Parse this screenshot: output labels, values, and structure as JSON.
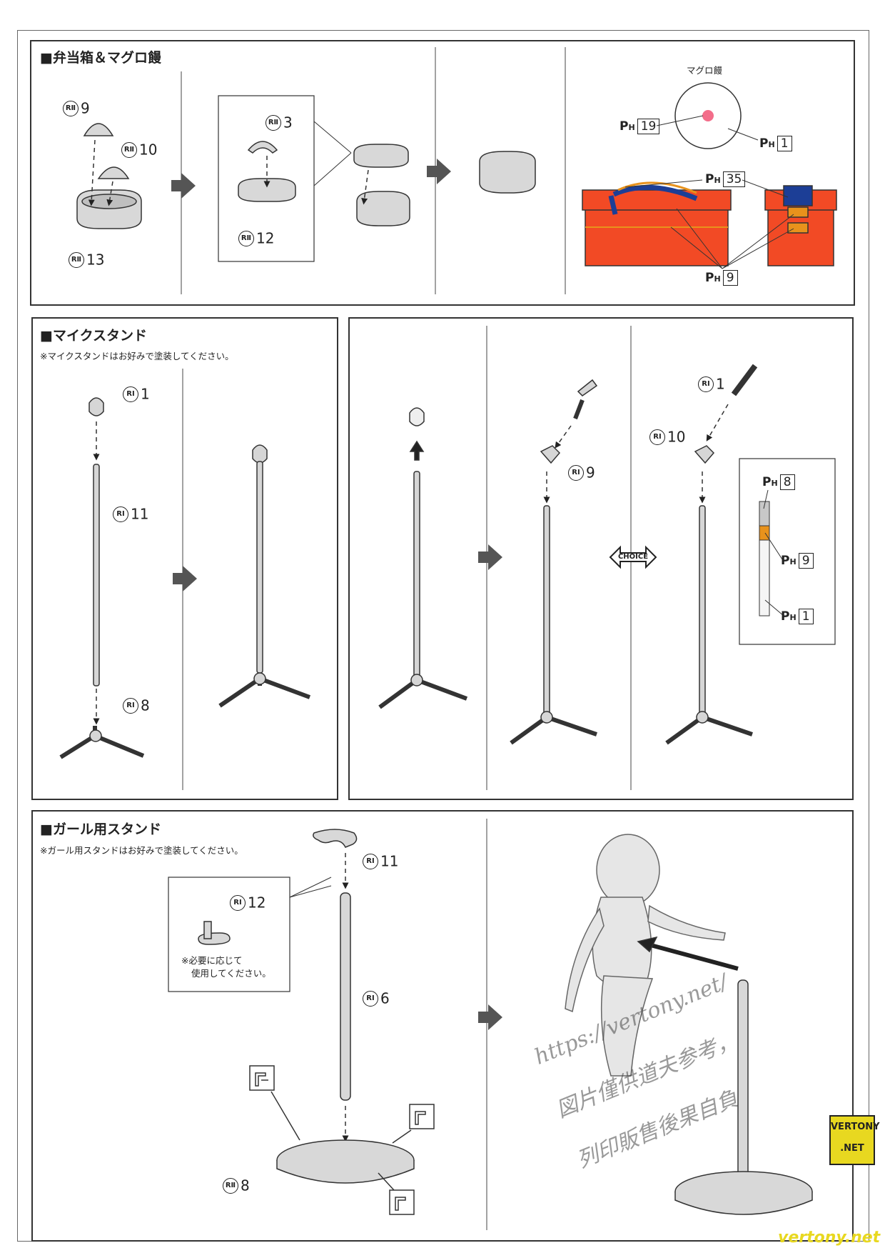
{
  "sections": {
    "bento": {
      "title": "■弁当箱＆マグロ饅"
    },
    "mic": {
      "title": "■マイクスタンド",
      "note": "※マイクスタンドはお好みで塗装してください。"
    },
    "girl": {
      "title": "■ガール用スタンド",
      "note": "※ガール用スタンドはお好みで塗装してください。"
    }
  },
  "bento_labels": {
    "a": "9",
    "b": "10",
    "c": "13",
    "d": "3",
    "e": "12",
    "maguro_caption": "マグロ饅",
    "ph_19": "19",
    "ph_1": "1",
    "ph_35": "35",
    "ph_9": "9"
  },
  "mic_labels": {
    "a": "1",
    "b": "11",
    "c": "8",
    "d": "9",
    "e": "1",
    "f": "10",
    "choice": "CHOICE",
    "ph_8": "8",
    "ph_9": "9",
    "ph_1": "1"
  },
  "girl_labels": {
    "a": "11",
    "b": "12",
    "c": "6",
    "d": "8",
    "optional_note_1": "※必要に応じて",
    "optional_note_2": "使用してください。"
  },
  "runner_prefix": {
    "rii": "RⅡ",
    "ri": "RⅠ",
    "ph_p": "P",
    "ph_h": "H"
  },
  "watermark": {
    "line1": "https://vertony.net/",
    "line2": "図片僅供道夫参考，",
    "line3": "列印販售後果自負"
  },
  "badge": {
    "top": "VERTONY",
    "bottom": ".NET"
  },
  "footer": "vertony.net",
  "colors": {
    "red": "#f24a25",
    "blue": "#1c3e96",
    "orange": "#e8921c",
    "pink": "#f36d8a",
    "part": "#d6d6d6",
    "yellow": "#e8d820"
  }
}
